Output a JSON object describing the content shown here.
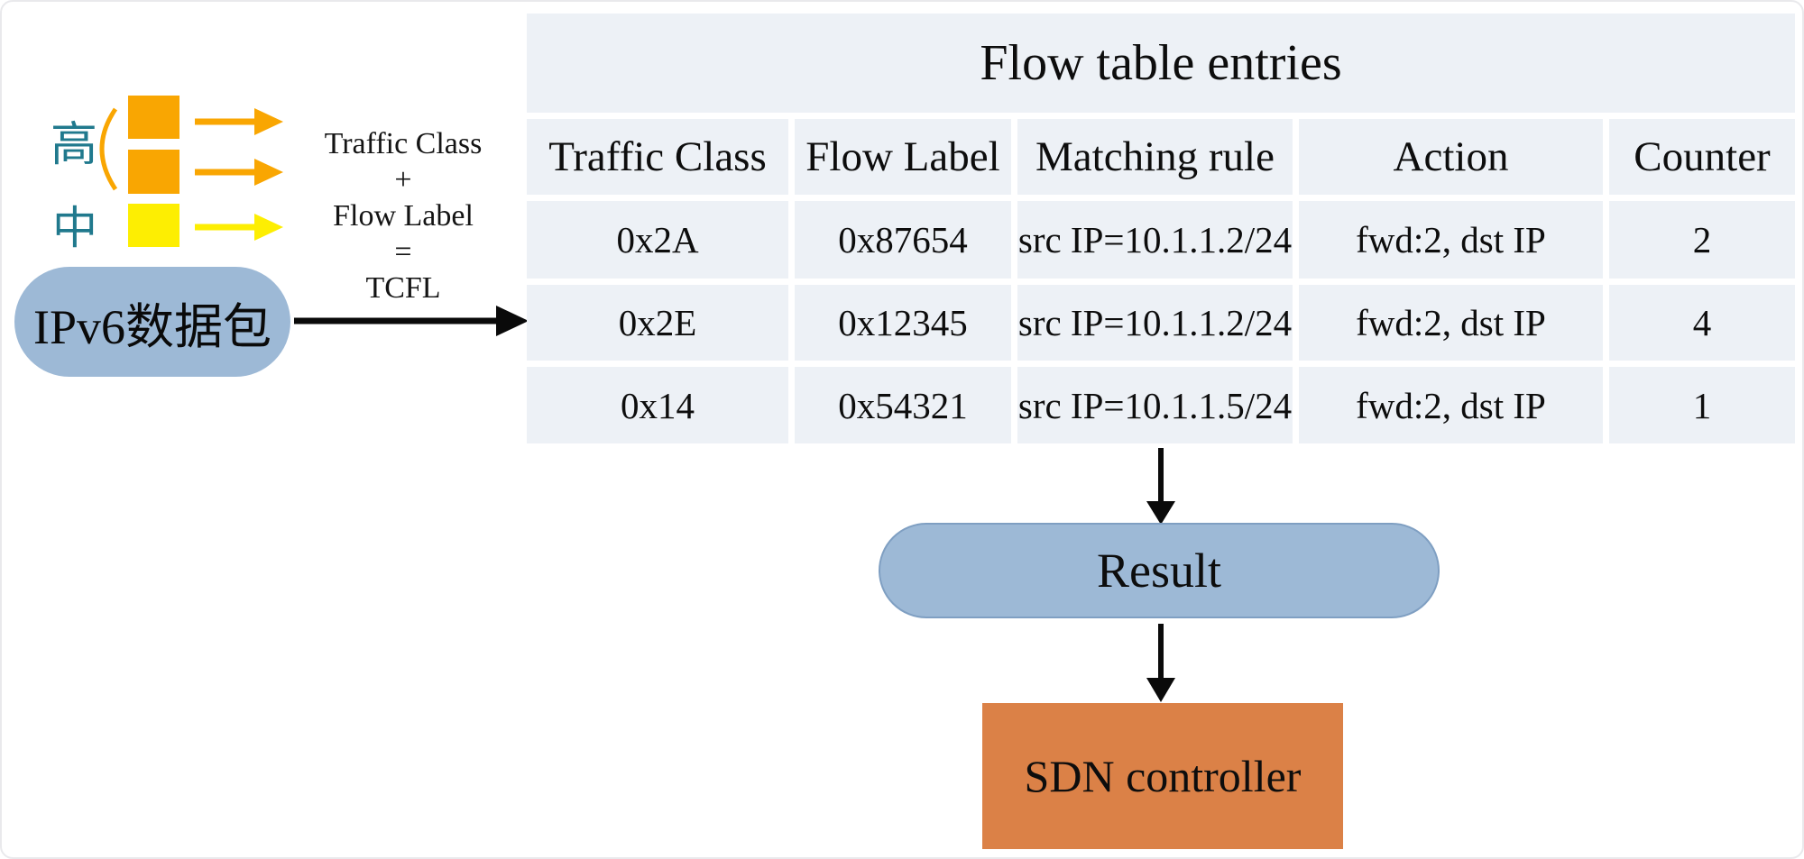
{
  "diagram_title_implicit": "IPv6 TCFL flow matching to SDN controller",
  "colors": {
    "priority_label_teal": "#20798D",
    "packet_orange": "#F9A602",
    "packet_yellow": "#FDEE02",
    "node_blue": "#9DB9D6",
    "node_blue_border": "#7F9FC2",
    "controller_orange": "#DB8147",
    "table_cell_bg": "#EDF1F6",
    "arrow_black": "#0A0A0A",
    "background": "#FFFFFF"
  },
  "legend": {
    "high_label": "高",
    "medium_label": "中"
  },
  "packet": {
    "label": "IPv6数据包"
  },
  "formula": {
    "lines": [
      "Traffic Class",
      "+",
      "Flow Label",
      "=",
      "TCFL"
    ]
  },
  "flow_table": {
    "title": "Flow table entries",
    "columns": [
      "Traffic Class",
      "Flow Label",
      "Matching rule",
      "Action",
      "Counter"
    ],
    "rows": [
      {
        "traffic_class": "0x2A",
        "flow_label": "0x87654",
        "matching_rule": "src IP=10.1.1.2/24",
        "action": "fwd:2, dst IP",
        "counter": "2"
      },
      {
        "traffic_class": "0x2E",
        "flow_label": "0x12345",
        "matching_rule": "src IP=10.1.1.2/24",
        "action": "fwd:2, dst IP",
        "counter": "4"
      },
      {
        "traffic_class": "0x14",
        "flow_label": "0x54321",
        "matching_rule": "src IP=10.1.1.5/24",
        "action": "fwd:2, dst IP",
        "counter": "1"
      }
    ]
  },
  "result": {
    "label": "Result"
  },
  "controller": {
    "label": "SDN controller"
  }
}
